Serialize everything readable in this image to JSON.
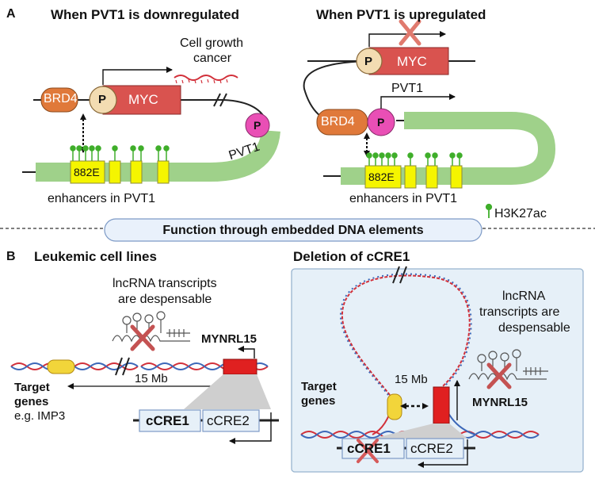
{
  "panel_a": {
    "label": "A",
    "left_title": "When PVT1 is downregulated",
    "right_title": "When PVT1 is upregulated",
    "left": {
      "brd4": "BRD4",
      "promoter_myc": "P",
      "myc": "MYC",
      "promoter_pvt1": "P",
      "pvt1_label": "PVT1",
      "growth_line1": "Cell growth",
      "growth_line2": "cancer",
      "enhancer": "882E",
      "enhancers_label": "enhancers in PVT1"
    },
    "right": {
      "promoter_myc": "P",
      "myc": "MYC",
      "pvt1_label": "PVT1",
      "brd4": "BRD4",
      "promoter_pvt1": "P",
      "enhancer": "882E",
      "enhancers_label": "enhancers in PVT1",
      "legend": "H3K27ac"
    }
  },
  "banner": "Function through embedded DNA elements",
  "panel_b": {
    "label": "B",
    "left_title": "Leukemic cell lines",
    "right_title": "Deletion of cCRE1",
    "left": {
      "lnc_line1": "lncRNA transcripts",
      "lnc_line2": "are despensable",
      "mynrl": "MYNRL15",
      "distance": "15 Mb",
      "target_line1": "Target",
      "target_line2": "genes",
      "example": "e.g. IMP3",
      "ccre1": "cCRE1",
      "ccre2": "cCRE2"
    },
    "right": {
      "lnc_line1": "lncRNA",
      "lnc_line2": "transcripts are",
      "lnc_line3": "despensable",
      "distance": "15 Mb",
      "target_line1": "Target",
      "target_line2": "genes",
      "mynrl": "MYNRL15",
      "ccre1": "cCRE1",
      "ccre2": "cCRE2"
    }
  },
  "colors": {
    "myc": "#d9534f",
    "brd4": "#e0793a",
    "promoter": "#f3dcb2",
    "pvt1_promoter": "#e94fb5",
    "chromatin": "#9fd18a",
    "enhancer": "#f5f500",
    "mark": "#3fae2a",
    "dna_red": "#d2303a",
    "dna_blue": "#3c67b8",
    "target_gene": "#f2d53a",
    "mynrl": "#e02020",
    "banner_fill": "#e9f1fb",
    "box_fill": "#e6f0f8",
    "cross": "#d65a5a"
  }
}
